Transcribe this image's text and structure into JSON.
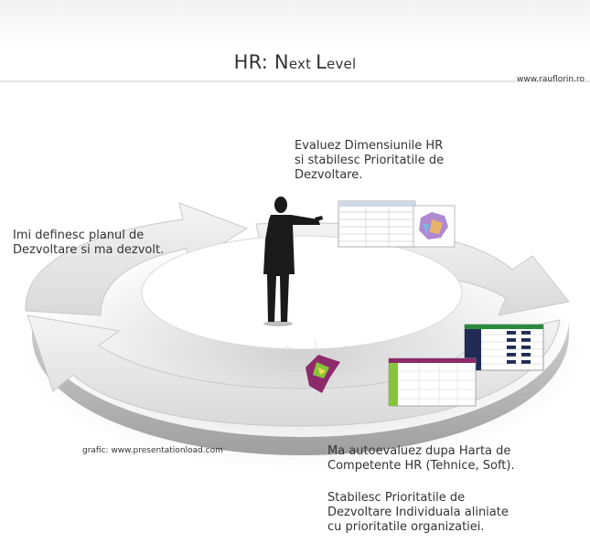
{
  "header": {
    "title_main": "HR",
    "title_sep": ": ",
    "title_n": "N",
    "title_ext": "ext ",
    "title_l": "L",
    "title_evel": "evel",
    "site": "www.rauflorin.ro"
  },
  "labels": {
    "top": [
      "Evaluez Dimensiunile HR",
      "si stabilesc Prioritatile de",
      "Dezvoltare."
    ],
    "left": [
      "Imi definesc planul de",
      "Dezvoltare si ma dezvolt."
    ],
    "bottom_1": [
      "Ma autoevaluez dupa Harta de",
      "Competente HR (Tehnice, Soft)."
    ],
    "bottom_2": [
      "Stabilesc Prioritatile de",
      "Dezvoltare Individuala aliniate",
      "cu prioritatile organizatiei."
    ]
  },
  "credit": "grafic: www.presentationload.com",
  "colors": {
    "arrow_top": "#e6e6e6",
    "arrow_side": "#c4c4c4",
    "figure": "#1a1a1a",
    "radar_fill": "#8d2a6a",
    "radar_accent": "#86c53a"
  }
}
